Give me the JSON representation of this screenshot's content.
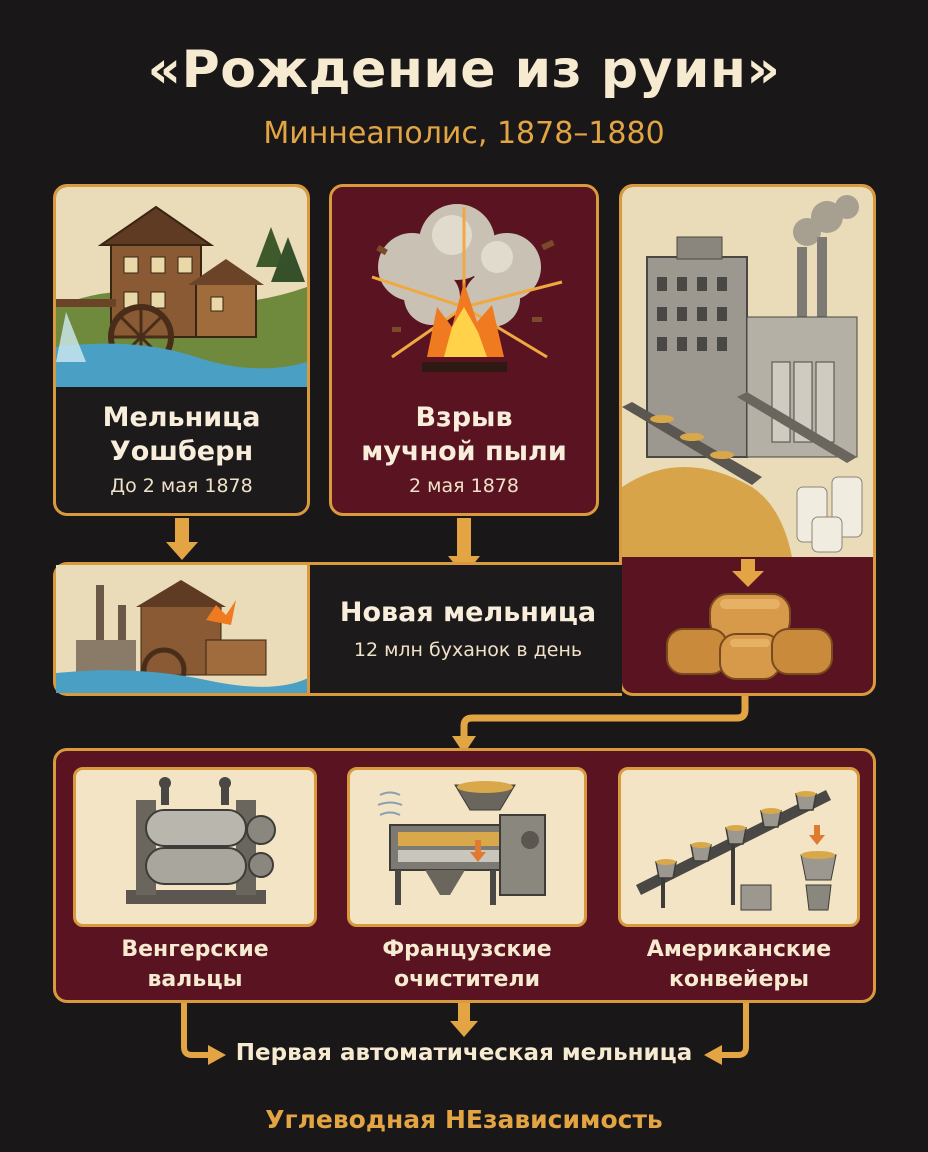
{
  "header": {
    "title": "«Рождение из руин»",
    "subtitle": "Миннеаполис, 1878–1880"
  },
  "cards": {
    "washburn": {
      "title_line1": "Мельница",
      "title_line2": "Уошберн",
      "date": "До 2 мая 1878",
      "icon": "watermill-icon"
    },
    "explosion": {
      "title_line1": "Взрыв",
      "title_line2": "мучной пыли",
      "date": "2 мая 1878",
      "icon": "explosion-icon"
    },
    "factory": {
      "icon": "factory-icon",
      "result_icon": "bread-loaves-icon"
    }
  },
  "new_mill": {
    "title": "Новая мельница",
    "subtitle": "12 млн буханок в день",
    "icon": "mill-rebuild-icon"
  },
  "technologies": [
    {
      "line1": "Венгерские",
      "line2": "вальцы",
      "icon": "roller-mill-icon"
    },
    {
      "line1": "Французские",
      "line2": "очистители",
      "icon": "purifier-icon"
    },
    {
      "line1": "Американские",
      "line2": "конвейеры",
      "icon": "conveyor-icon"
    }
  ],
  "result": "Первая автоматическая мельница",
  "footer": "Углеводная НЕзависимость",
  "colors": {
    "background": "#1a1718",
    "accent": "#d99a3d",
    "wine": "#5a1421",
    "text": "#f6ead0"
  }
}
